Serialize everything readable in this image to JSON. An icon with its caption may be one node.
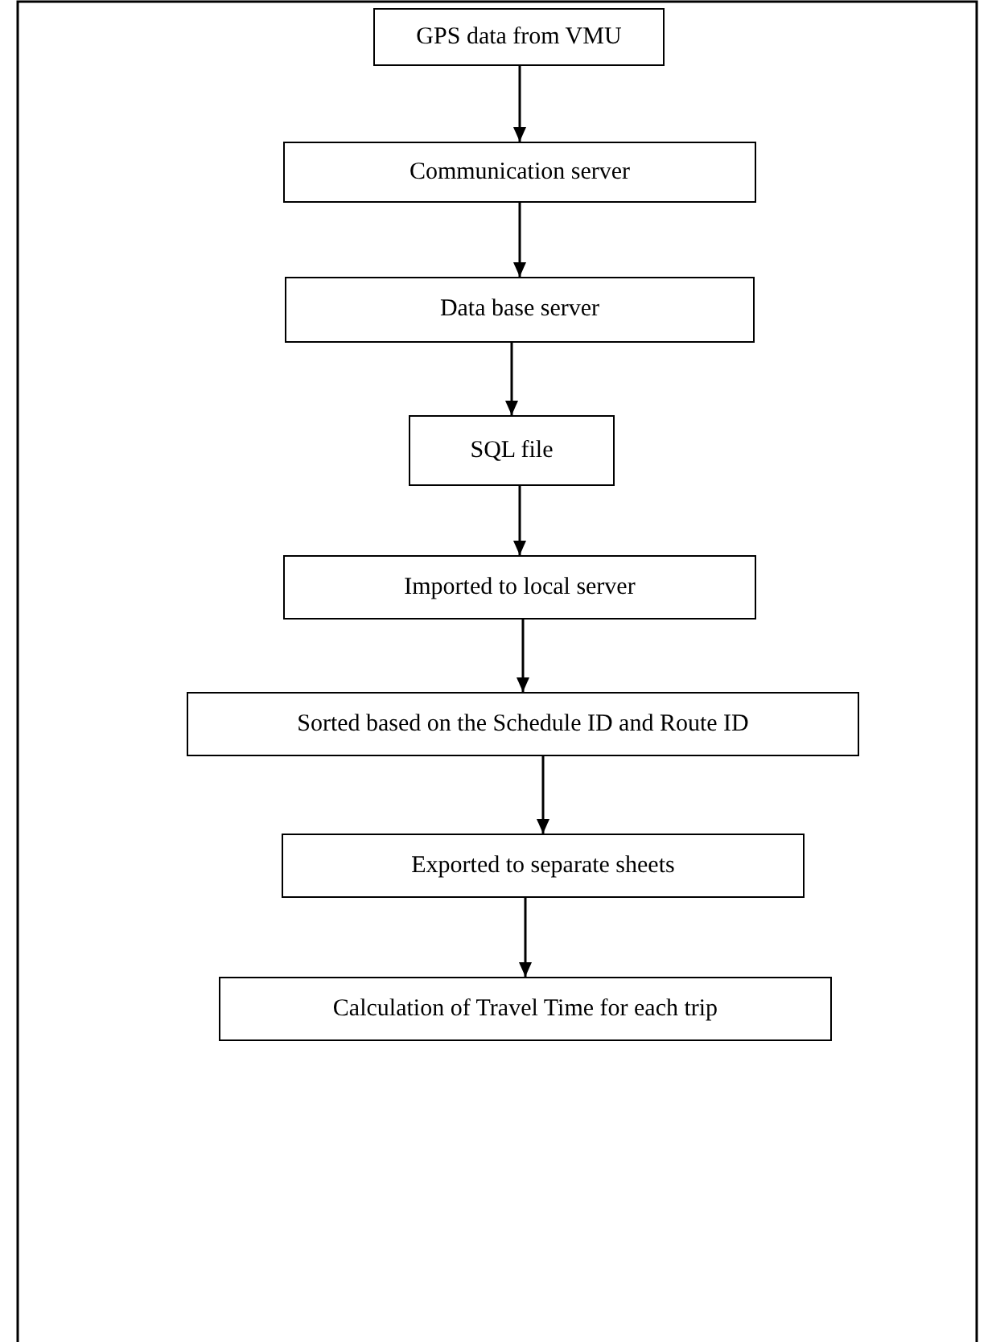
{
  "diagram": {
    "nodes": [
      {
        "text": [
          "GPS data from VMU"
        ]
      },
      {
        "text": [
          "Communication server"
        ]
      },
      {
        "text": [
          "Data base server"
        ]
      },
      {
        "text": [
          "SQL file"
        ]
      },
      {
        "text": [
          "Imported to local server"
        ]
      },
      {
        "text": [
          "Sorted based on the Schedule ID and Route ID"
        ]
      },
      {
        "text": [
          "Exported to separate sheets"
        ]
      },
      {
        "text": [
          "Calculation of Travel Time for each trip"
        ]
      }
    ],
    "edges": [
      {
        "from": 0,
        "to": 1,
        "arrow": "to"
      },
      {
        "from": 1,
        "to": 2,
        "arrow": "to"
      },
      {
        "from": 2,
        "to": 3,
        "arrow": "to"
      },
      {
        "from": 3,
        "to": 4,
        "arrow": "to"
      },
      {
        "from": 4,
        "to": 5,
        "arrow": "to"
      },
      {
        "from": 5,
        "to": 6,
        "arrow": "to"
      },
      {
        "from": 6,
        "to": 7,
        "arrow": "to"
      }
    ]
  }
}
